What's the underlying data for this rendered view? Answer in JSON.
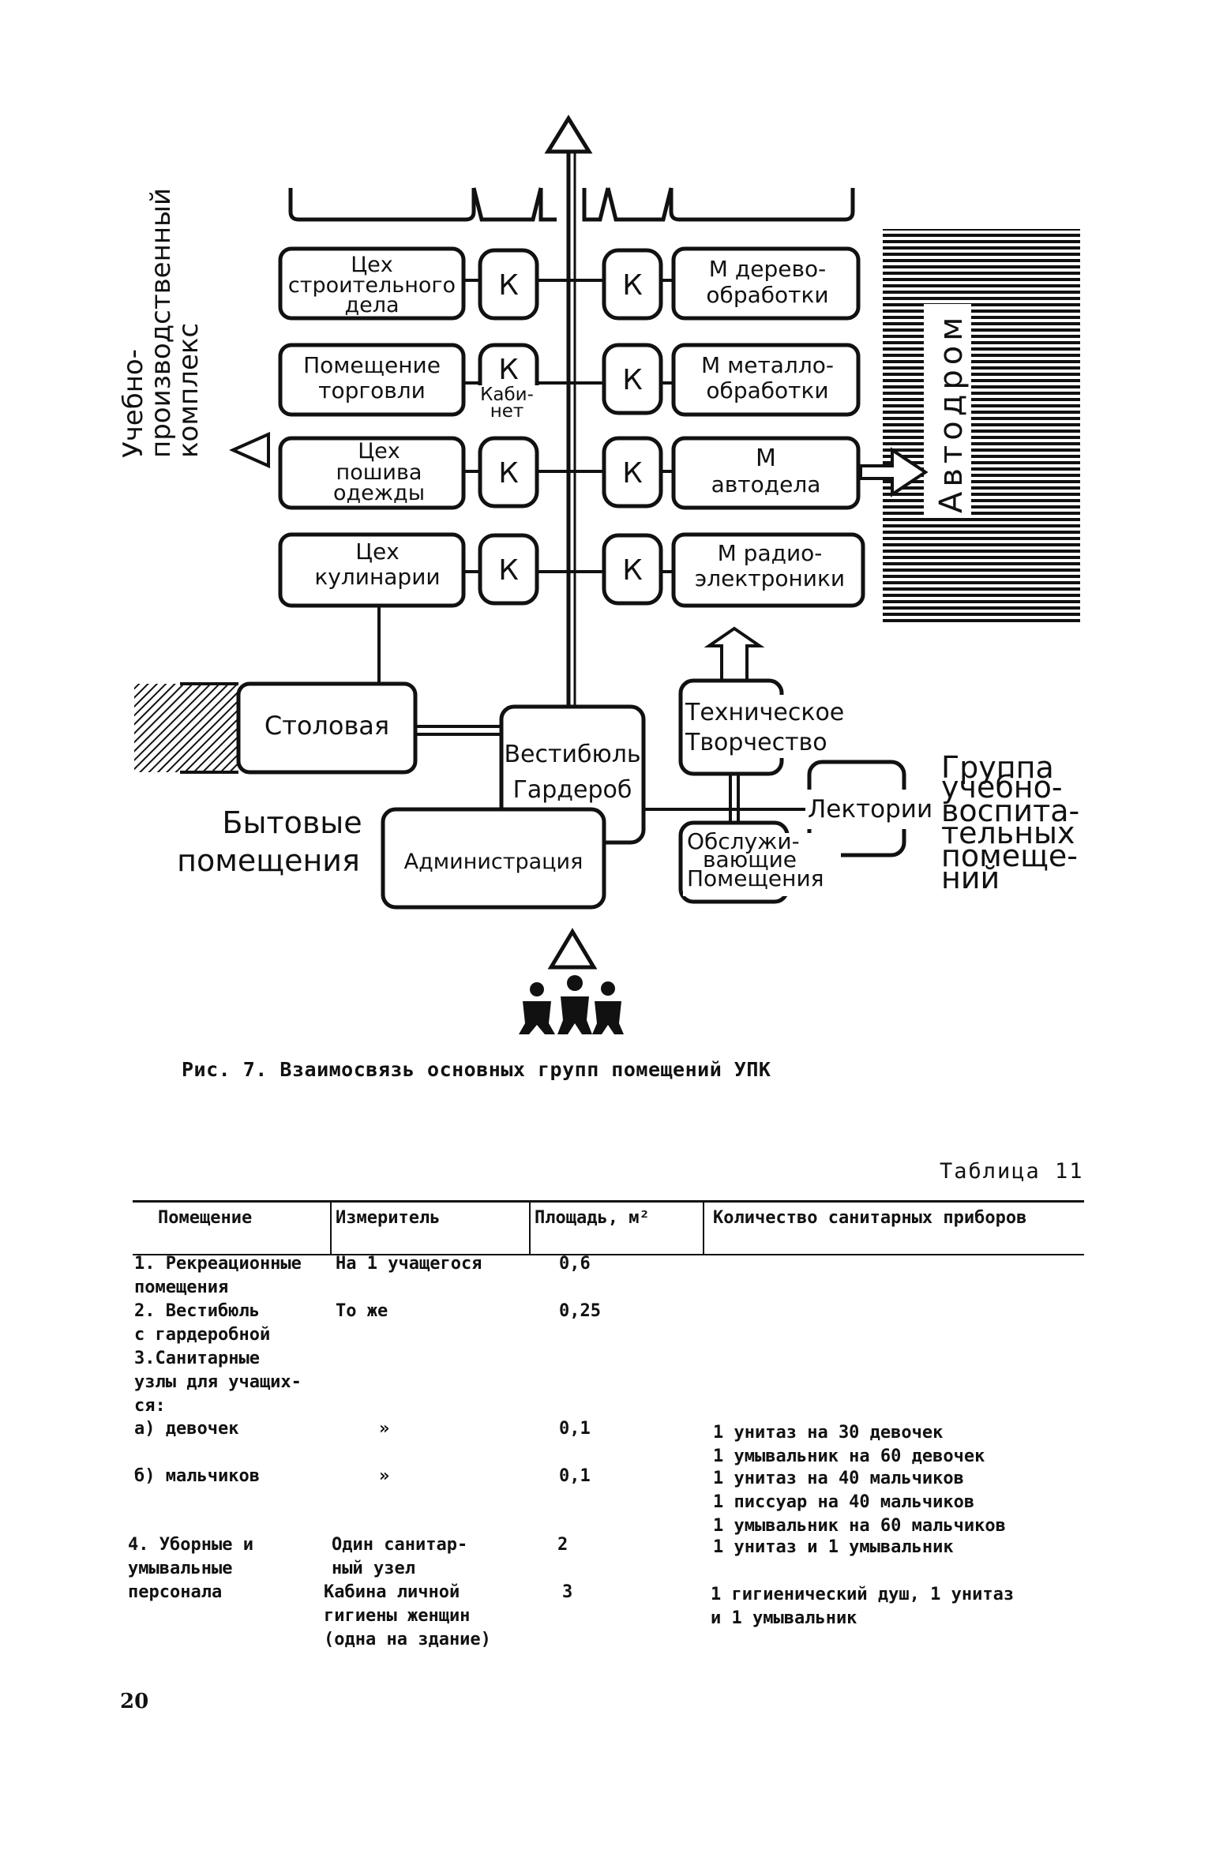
{
  "diagram": {
    "side_label_left": [
      "Учебно-",
      "производственный",
      "комплекс"
    ],
    "autodrom": "Автодром",
    "shops_left": [
      [
        "Цех",
        "строительного",
        "дела"
      ],
      [
        "Помещение",
        "торговли"
      ],
      [
        "Цех",
        "пошива",
        "одежды"
      ],
      [
        "Цех",
        "кулинарии"
      ]
    ],
    "shops_right": [
      [
        "М дерево-",
        "обработки"
      ],
      [
        "М металло-",
        "обработки"
      ],
      [
        "М",
        "автодела"
      ],
      [
        "М радио-",
        "электроники"
      ]
    ],
    "cabinet_mark": "К",
    "cabinet_word": [
      "Каби-",
      "нет"
    ],
    "canteen": "Столовая",
    "lobby": [
      "Вестибюль",
      "Гардероб"
    ],
    "administration": "Администрация",
    "household_rooms": [
      "Бытовые",
      "помещения"
    ],
    "tech_creativity": [
      "Техническое",
      "Творчество"
    ],
    "lecture_rooms": "Лектории",
    "service_rooms": [
      "Обслужи-",
      "вающие",
      "Помещения"
    ],
    "educational_group": [
      "Группа",
      "учебно-",
      "воспита-",
      "тельных",
      "помеще-",
      "ний"
    ]
  },
  "caption": "Рис. 7. Взаимосвязь основных групп помещений УПК",
  "table_label": "Таблица 11",
  "table": {
    "headers": [
      "Помещение",
      "Измеритель",
      "Площадь, м²",
      "Количество санитарных приборов"
    ],
    "rows": [
      {
        "room": "1. Рекреационные\nпомещения",
        "unit": "На 1 учащегося",
        "area": "0,6",
        "fixtures": ""
      },
      {
        "room": "2. Вестибюль\nс гардеробной",
        "unit": "То же",
        "area": "0,25",
        "fixtures": ""
      },
      {
        "room": "3.Санитарные\nузлы для учащих-\nся:",
        "unit": "",
        "area": "",
        "fixtures": ""
      },
      {
        "room": "а) девочек",
        "unit": "»",
        "area": "0,1",
        "fixtures": "1 унитаз на 30 девочек\n1 умывальник на 60 девочек"
      },
      {
        "room": "б) мальчиков",
        "unit": "»",
        "area": "0,1",
        "fixtures": "1 унитаз на 40 мальчиков\n1 писсуар на 40 мальчиков\n1 умывальник на 60 мальчиков"
      },
      {
        "room": "4. Уборные и\nумывальные\nперсонала",
        "unit": "Один санитар-\nный узел",
        "area": "2",
        "fixtures": "1 унитаз и 1 умывальник"
      },
      {
        "room": "",
        "unit": "Кабина личной\nгигиены женщин\n(одна на здание)",
        "area": "3",
        "fixtures": "1 гигиенический душ, 1 унитаз\nи 1 умывальник"
      }
    ]
  },
  "page_number": "20"
}
